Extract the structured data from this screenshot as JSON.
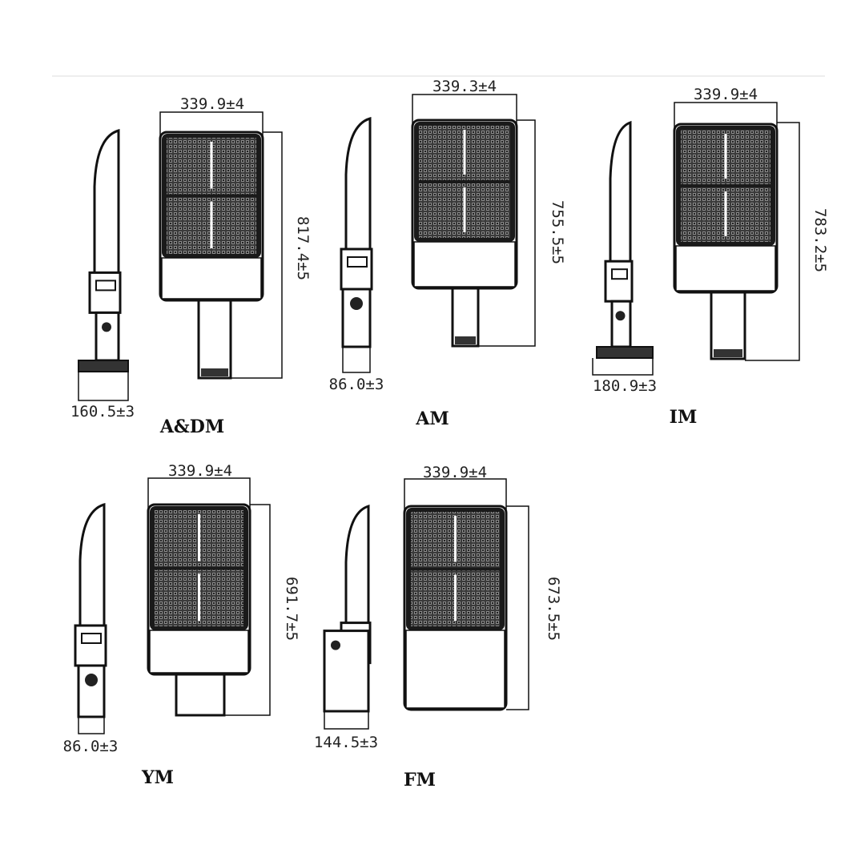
{
  "models": [
    {
      "name": "A&DM",
      "width": "339.9±4",
      "height": "817.4±5",
      "depth": "160.5±3"
    },
    {
      "name": "AM",
      "width": "339.3±4",
      "height": "755.5±5",
      "depth": "86.0±3"
    },
    {
      "name": "IM",
      "width": "339.9±4",
      "height": "783.2±5",
      "depth": "180.9±3"
    },
    {
      "name": "YM",
      "width": "339.9±4",
      "height": "691.7±5",
      "depth": "86.0±3"
    },
    {
      "name": "FM",
      "width": "339.9±4",
      "height": "673.5±5",
      "depth": "144.5±3"
    }
  ],
  "colors": {
    "line": "#111111",
    "led": "#2a2a2a"
  }
}
